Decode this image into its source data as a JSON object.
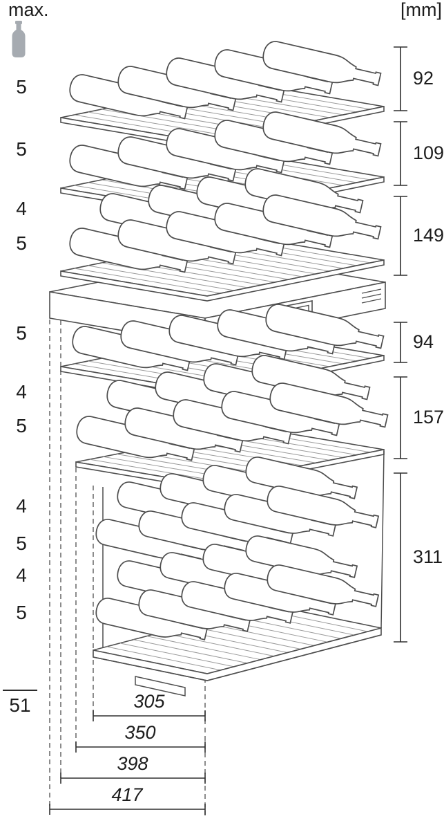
{
  "page": {
    "max_label": "max.",
    "unit_label": "[mm]"
  },
  "capacity": {
    "row_counts": [
      "5",
      "5",
      "4",
      "5",
      "5",
      "4",
      "5",
      "4",
      "5",
      "4",
      "5"
    ],
    "total": "51"
  },
  "dimensions": {
    "heights": [
      "92",
      "109",
      "149",
      "94",
      "157",
      "311"
    ],
    "widths": [
      "305",
      "350",
      "398",
      "417"
    ]
  },
  "icon": {
    "bottle": "wine-bottle-icon"
  },
  "colors": {
    "line": "#4d4d4d",
    "dash": "#5a5a5a",
    "slat": "#9a9a9a",
    "icon_gray": "#a6abb1",
    "text": "#1d1d1d"
  }
}
